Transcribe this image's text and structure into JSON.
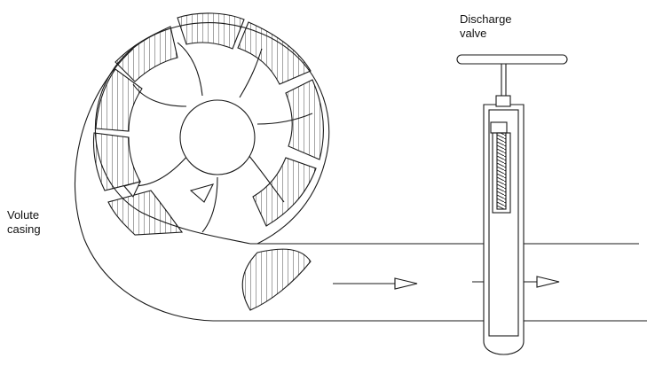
{
  "labels": {
    "volute_line1": "Volute",
    "volute_line2": "casing",
    "discharge_line1": "Discharge",
    "discharge_line2": "valve"
  },
  "colors": {
    "line": "#1a1a1a",
    "background": "#ffffff"
  },
  "components": {
    "pump": "volute-casing-with-impeller",
    "valve": "gate-valve",
    "flow": "flow-arrows"
  }
}
